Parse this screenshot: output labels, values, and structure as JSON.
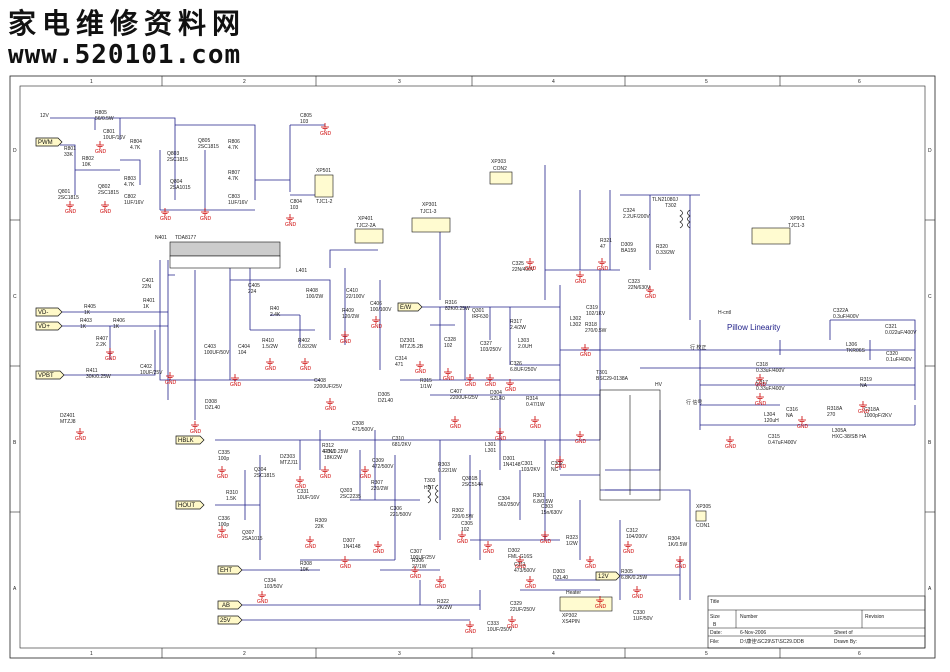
{
  "header": {
    "site_title": "家电维修资料网",
    "site_url": "www.520101.com"
  },
  "border": {
    "cols": [
      "1",
      "2",
      "3",
      "4",
      "5",
      "6"
    ],
    "rows": [
      "D",
      "C",
      "B",
      "A"
    ]
  },
  "nets": {
    "pwm": "PWM",
    "vd_minus": "VD-",
    "vd_plus": "VD+",
    "vpbt": "VPBT",
    "hblk": "HBLK",
    "hout": "HOUT",
    "eht": "EHT",
    "ab": "AB",
    "v25": "25V",
    "ew": "E/W",
    "v12": "12V",
    "gnd": "GND"
  },
  "labels": {
    "pillow": "Pillow Linearity",
    "v12_top": "12V",
    "chip_n401": "N401",
    "chip_tda": "TDA8177",
    "con2": "CON2",
    "con1": "CON1",
    "xp303": "XP303",
    "xp305": "XP305",
    "xp302": "XP302",
    "xs4pin": "XS4PIN",
    "heater": "Heater",
    "xp301": "XP301",
    "tjc1_3": "TJC1-3",
    "xp401": "XP401",
    "tjc2_2a": "TJC2-2A",
    "xp501": "XP501",
    "tjc1_2": "TJC1-2",
    "xp901": "XP901",
    "tjc1_3b": "TJC1-3",
    "t301": "T301",
    "bsc": "BSC29-0138A",
    "hv": "HV",
    "t302": "T302",
    "tlm": "TLN21080J",
    "hdt": "HDT",
    "t303": "T303",
    "h_cntl": "H-cntl",
    "note_1": "行 校正",
    "note_2": "行 信号",
    "title_block_title": "Title",
    "tb_size": "Size",
    "tb_size_val": "B",
    "tb_number": "Number",
    "tb_revision": "Revision",
    "tb_date": "Date:",
    "tb_date_val": "6-Nov-2006",
    "tb_file": "File:",
    "tb_file_val": "D:\\康佳\\SC29\\ST\\SC29.DDB",
    "tb_sheet": "Sheet  of",
    "tb_drawn": "Drawn By:"
  },
  "components": [
    {
      "ref": "R805",
      "val": "56/0.5W"
    },
    {
      "ref": "C801",
      "val": "10UF/16V"
    },
    {
      "ref": "R801",
      "val": "33K"
    },
    {
      "ref": "R802",
      "val": "10K"
    },
    {
      "ref": "Q801",
      "val": "2SC1815"
    },
    {
      "ref": "Q802",
      "val": "2SC1815"
    },
    {
      "ref": "R804",
      "val": "4.7K"
    },
    {
      "ref": "R803",
      "val": "4.7K"
    },
    {
      "ref": "C802",
      "val": "1UF/16V"
    },
    {
      "ref": "Q803",
      "val": "2SC1815"
    },
    {
      "ref": "Q804",
      "val": "2SA1015"
    },
    {
      "ref": "Q805",
      "val": "2SC1815"
    },
    {
      "ref": "R806",
      "val": "4.7K"
    },
    {
      "ref": "R807",
      "val": "4.7K"
    },
    {
      "ref": "C803",
      "val": "1UF/16V"
    },
    {
      "ref": "C804",
      "val": "103"
    },
    {
      "ref": "C805",
      "val": "103"
    },
    {
      "ref": "C401",
      "val": "22N"
    },
    {
      "ref": "R401",
      "val": "1K"
    },
    {
      "ref": "R403",
      "val": "1K"
    },
    {
      "ref": "R405",
      "val": "1K"
    },
    {
      "ref": "R406",
      "val": "1K"
    },
    {
      "ref": "R407",
      "val": "2.2K"
    },
    {
      "ref": "C402",
      "val": "10UF/25V"
    },
    {
      "ref": "R411",
      "val": "30K/0.25W"
    },
    {
      "ref": "DZ401",
      "val": "MTZJ8"
    },
    {
      "ref": "C403",
      "val": "100UF/50V"
    },
    {
      "ref": "C404",
      "val": "104"
    },
    {
      "ref": "D308",
      "val": "DZL40"
    },
    {
      "ref": "R410",
      "val": "1.5/2W"
    },
    {
      "ref": "R40",
      "val": "2.4K"
    },
    {
      "ref": "R402",
      "val": "0.82/2W"
    },
    {
      "ref": "L401",
      "val": ""
    },
    {
      "ref": "R408",
      "val": "100/2W"
    },
    {
      "ref": "C410",
      "val": "22/100V"
    },
    {
      "ref": "R409",
      "val": "120/2W"
    },
    {
      "ref": "C406",
      "val": "100/100V"
    },
    {
      "ref": "C405",
      "val": "224"
    },
    {
      "ref": "C408",
      "val": "2200UF/25V"
    },
    {
      "ref": "R316",
      "val": "82K/0.25W"
    },
    {
      "ref": "Q301",
      "val": "IRF630"
    },
    {
      "ref": "DZ301",
      "val": "MTZJ5.2B"
    },
    {
      "ref": "C328",
      "val": "102"
    },
    {
      "ref": "C327",
      "val": "103/250V"
    },
    {
      "ref": "R317",
      "val": "2.4/2W"
    },
    {
      "ref": "L303",
      "val": "2.0UH"
    },
    {
      "ref": "C326",
      "val": "6.8UF/250V"
    },
    {
      "ref": "C314",
      "val": "471"
    },
    {
      "ref": "D305",
      "val": "DZL40"
    },
    {
      "ref": "R315",
      "val": "1/1W"
    },
    {
      "ref": "C407",
      "val": "2200UF/25V"
    },
    {
      "ref": "D304",
      "val": "SZL40"
    },
    {
      "ref": "R314",
      "val": "0.47/1W"
    },
    {
      "ref": "C325",
      "val": "22N/400V"
    },
    {
      "ref": "L302",
      "val": "L302"
    },
    {
      "ref": "C324",
      "val": "2.2UF/200V"
    },
    {
      "ref": "D309",
      "val": "BA159"
    },
    {
      "ref": "R321",
      "val": "47"
    },
    {
      "ref": "R320",
      "val": "0.33/2W"
    },
    {
      "ref": "C323",
      "val": "22N/630V"
    },
    {
      "ref": "C319",
      "val": "102/1KV"
    },
    {
      "ref": "R318",
      "val": "270/0.5W"
    },
    {
      "ref": "C322A",
      "val": "0.3uF/400V"
    },
    {
      "ref": "L306",
      "val": "TKR06S"
    },
    {
      "ref": "C321",
      "val": "0.022uF/400V"
    },
    {
      "ref": "C320",
      "val": "0.1uF/400V"
    },
    {
      "ref": "C318",
      "val": "0.33uF/400V"
    },
    {
      "ref": "C317",
      "val": "0.33uF/400V"
    },
    {
      "ref": "R319",
      "val": "NA"
    },
    {
      "ref": "C316",
      "val": "NA"
    },
    {
      "ref": "R318A",
      "val": "270"
    },
    {
      "ref": "C318A",
      "val": "1000pF/2KV"
    },
    {
      "ref": "L304",
      "val": "120uH"
    },
    {
      "ref": "C315",
      "val": "0.47uF/400V"
    },
    {
      "ref": "L305A",
      "val": "HXC-38/SB HA"
    },
    {
      "ref": "C335",
      "val": "100p"
    },
    {
      "ref": "C308",
      "val": "471/500V"
    },
    {
      "ref": "R312",
      "val": "4.7K/0.25W"
    },
    {
      "ref": "R311",
      "val": "18K/2W"
    },
    {
      "ref": "DZ303",
      "val": "MTZJ11"
    },
    {
      "ref": "Q304",
      "val": "2SC1815"
    },
    {
      "ref": "C309",
      "val": "472/500V"
    },
    {
      "ref": "C310",
      "val": "681/2KV"
    },
    {
      "ref": "Q303",
      "val": "2SC2235"
    },
    {
      "ref": "R307",
      "val": "220/2W"
    },
    {
      "ref": "C331",
      "val": "10UF/16V"
    },
    {
      "ref": "R309",
      "val": "22K"
    },
    {
      "ref": "D307",
      "val": "1N4148"
    },
    {
      "ref": "R310",
      "val": "1.5K"
    },
    {
      "ref": "C336",
      "val": "100p"
    },
    {
      "ref": "Q307",
      "val": "2SA1015"
    },
    {
      "ref": "R303",
      "val": "0.22/1W"
    },
    {
      "ref": "Q301B",
      "val": "2SC5144"
    },
    {
      "ref": "C305",
      "val": "102"
    },
    {
      "ref": "R302",
      "val": "220/0.5W"
    },
    {
      "ref": "C307",
      "val": "100UF/25V"
    },
    {
      "ref": "R306",
      "val": "27/1W"
    },
    {
      "ref": "C306",
      "val": "221/500V"
    },
    {
      "ref": "C304",
      "val": "562/250V"
    },
    {
      "ref": "L301",
      "val": "L301"
    },
    {
      "ref": "D301",
      "val": "1N4148"
    },
    {
      "ref": "C301",
      "val": "103/2KV"
    },
    {
      "ref": "R301",
      "val": "6.8/0.5W"
    },
    {
      "ref": "C302",
      "val": "NC"
    },
    {
      "ref": "D302",
      "val": "FML-G16S"
    },
    {
      "ref": "C303",
      "val": "15n/630V"
    },
    {
      "ref": "C311",
      "val": "473/500V"
    },
    {
      "ref": "R323",
      "val": "1/2W"
    },
    {
      "ref": "D303",
      "val": "DZL40"
    },
    {
      "ref": "C312",
      "val": "104/200V"
    },
    {
      "ref": "R308",
      "val": "10K"
    },
    {
      "ref": "C334",
      "val": "103/50V"
    },
    {
      "ref": "R322",
      "val": "2K/2W"
    },
    {
      "ref": "C333",
      "val": "10UF/250V"
    },
    {
      "ref": "C329",
      "val": "22UF/250V"
    },
    {
      "ref": "C330",
      "val": "1UF/50V"
    },
    {
      "ref": "R305",
      "val": "6.8K/0.25W"
    },
    {
      "ref": "R304",
      "val": "1K/0.5W"
    }
  ]
}
